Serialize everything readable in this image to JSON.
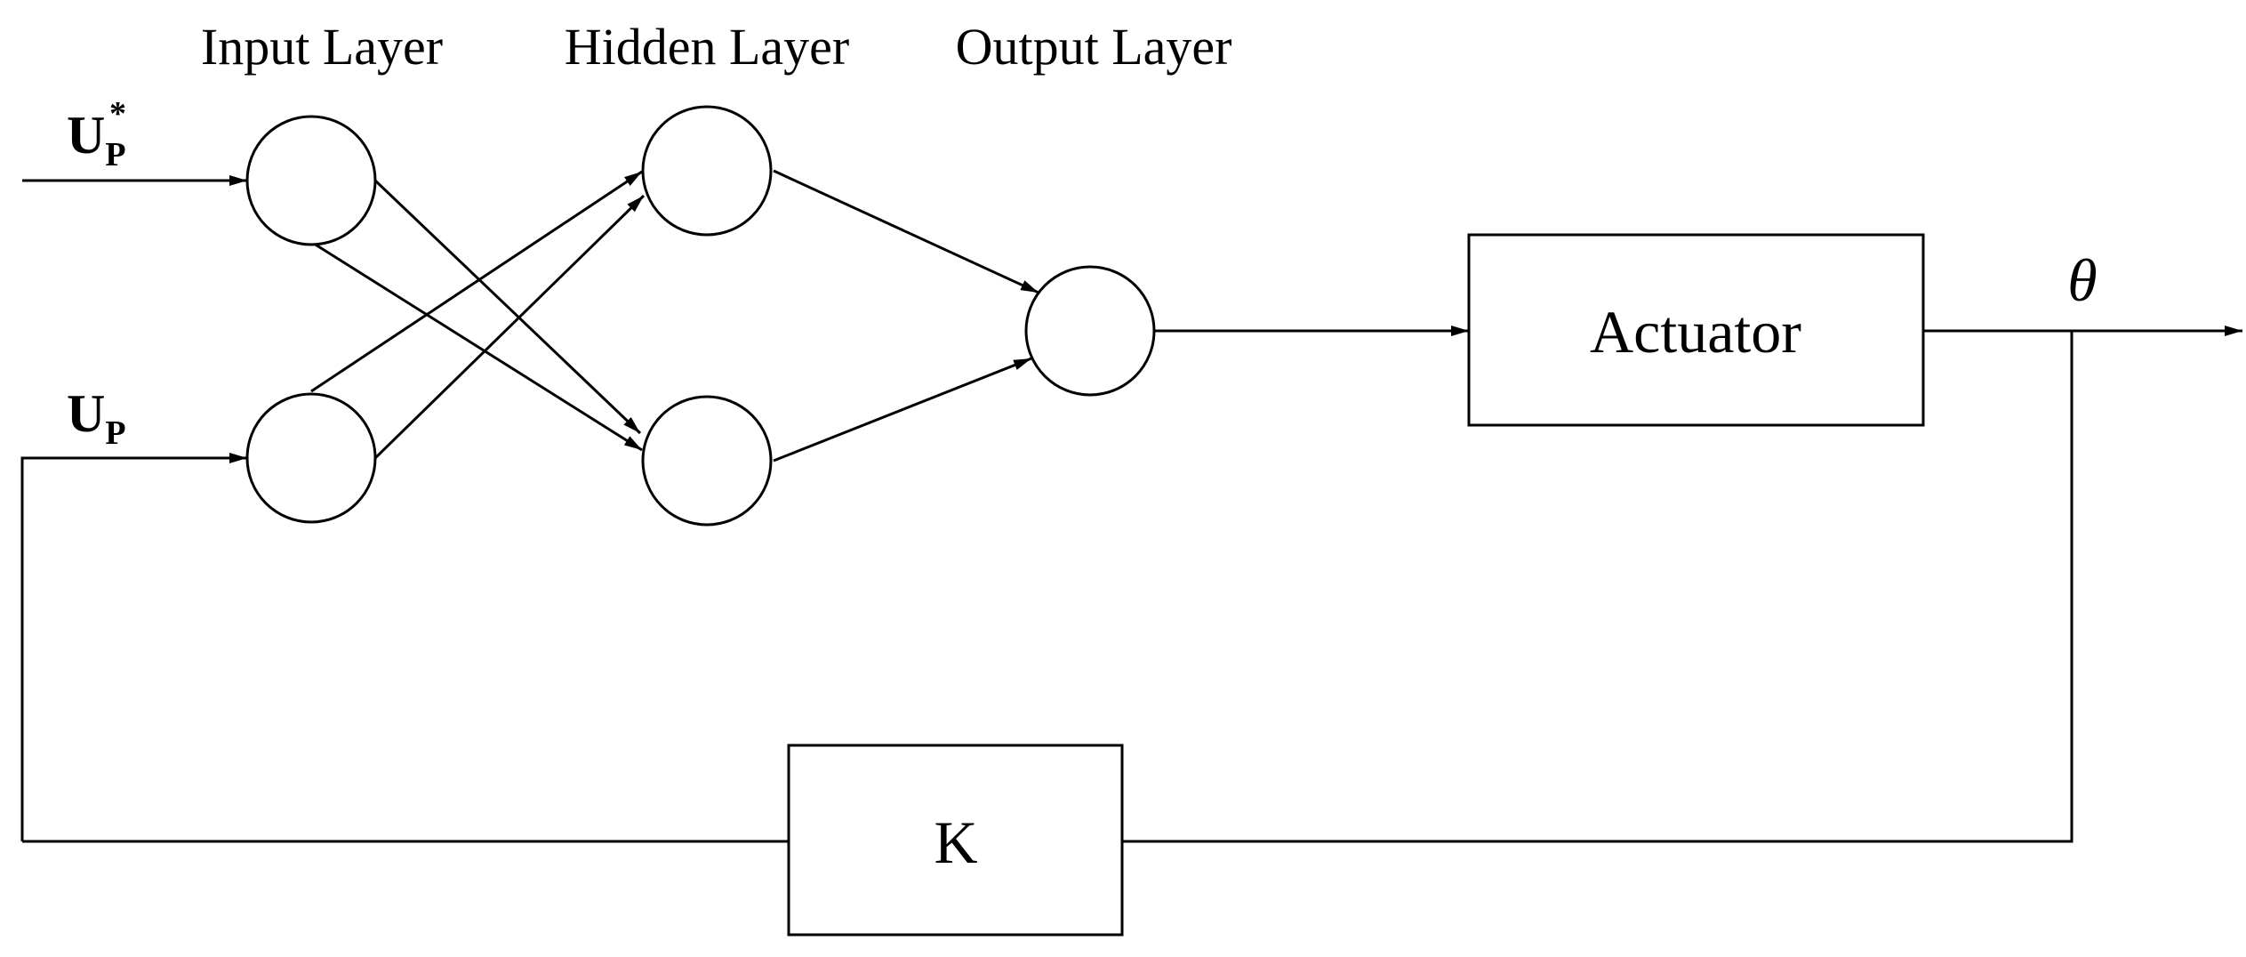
{
  "layers": {
    "input": "Input Layer",
    "hidden": "Hidden Layer",
    "output": "Output Layer"
  },
  "blocks": {
    "actuator": "Actuator",
    "gain": "K"
  },
  "signals": {
    "reference": {
      "main": "U",
      "sub": "P",
      "sup": "*"
    },
    "feedback": {
      "main": "U",
      "sub": "P"
    },
    "output": "θ"
  }
}
